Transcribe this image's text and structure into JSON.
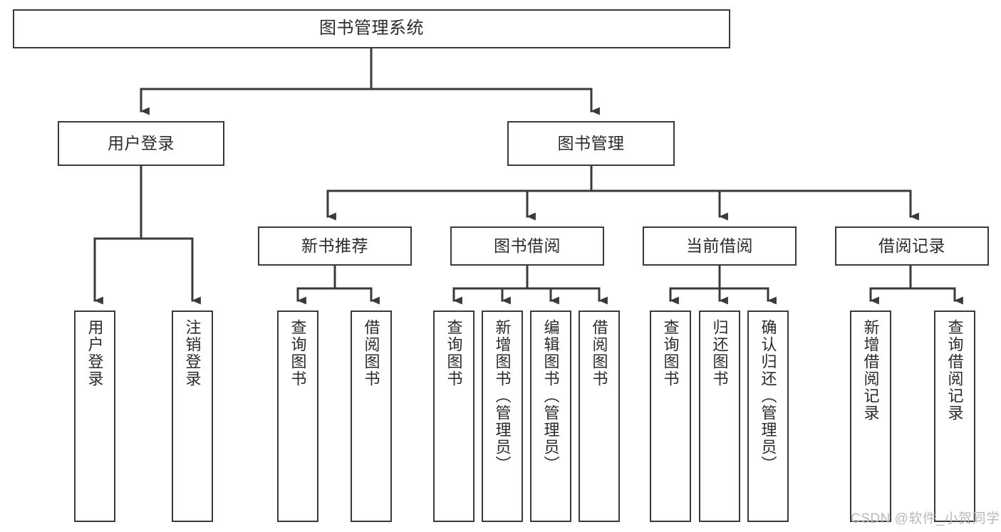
{
  "diagram": {
    "title": "图书管理系统",
    "type": "tree-hierarchy-chart",
    "stroke_color": "#3a3a3a",
    "fill_color": "#ffffff",
    "text_color": "#2b2b2b"
  },
  "root": {
    "label": "图书管理系统"
  },
  "level2": [
    {
      "label": "用户登录"
    },
    {
      "label": "图书管理"
    }
  ],
  "level3": [
    {
      "label": "新书推荐"
    },
    {
      "label": "图书借阅"
    },
    {
      "label": "当前借阅"
    },
    {
      "label": "借阅记录"
    }
  ],
  "leaves": {
    "user_login": [
      {
        "label": "用户登录"
      },
      {
        "label": "注销登录"
      }
    ],
    "new_book_recommend": [
      {
        "label": "查询图书"
      },
      {
        "label": "借阅图书"
      }
    ],
    "book_borrow": [
      {
        "label": "查询图书"
      },
      {
        "label": "新增图书（管理员）"
      },
      {
        "label": "编辑图书（管理员）"
      },
      {
        "label": "借阅图书"
      }
    ],
    "current_borrow": [
      {
        "label": "查询图书"
      },
      {
        "label": "归还图书"
      },
      {
        "label": "确认归还（管理员）"
      }
    ],
    "borrow_record": [
      {
        "label": "新增借阅记录"
      },
      {
        "label": "查询借阅记录"
      }
    ]
  },
  "watermark": {
    "text": "CSDN @软件_小贺同学"
  }
}
